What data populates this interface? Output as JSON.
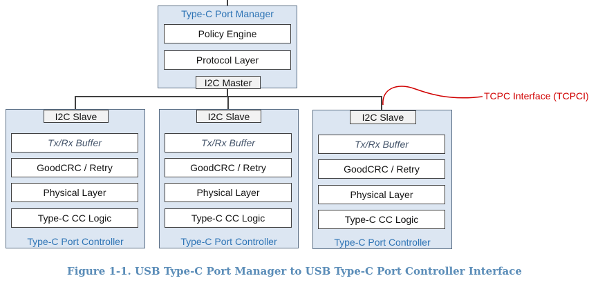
{
  "manager": {
    "title": "Type-C Port Manager",
    "blocks": [
      "Policy Engine",
      "Protocol Layer"
    ],
    "tab": "I2C Master"
  },
  "controllers": [
    {
      "title": "Type-C Port Controller",
      "tab": "I2C Slave",
      "blocks": [
        "Tx/Rx Buffer",
        "GoodCRC / Retry",
        "Physical Layer",
        "Type-C CC Logic"
      ]
    },
    {
      "title": "Type-C Port Controller",
      "tab": "I2C Slave",
      "blocks": [
        "Tx/Rx Buffer",
        "GoodCRC / Retry",
        "Physical Layer",
        "Type-C CC Logic"
      ]
    },
    {
      "title": "Type-C Port Controller",
      "tab": "I2C Slave",
      "blocks": [
        "Tx/Rx Buffer",
        "GoodCRC / Retry",
        "Physical Layer",
        "Type-C CC Logic"
      ]
    }
  ],
  "interface_label": "TCPC Interface (TCPCI)",
  "caption": "Figure 1-1. USB Type-C Port Manager to USB Type-C Port Controller Interface",
  "colors": {
    "panel_fill": "#dce6f2",
    "title_text": "#2e74b5",
    "annotation": "#d00000",
    "caption_text": "#5b8db8"
  }
}
